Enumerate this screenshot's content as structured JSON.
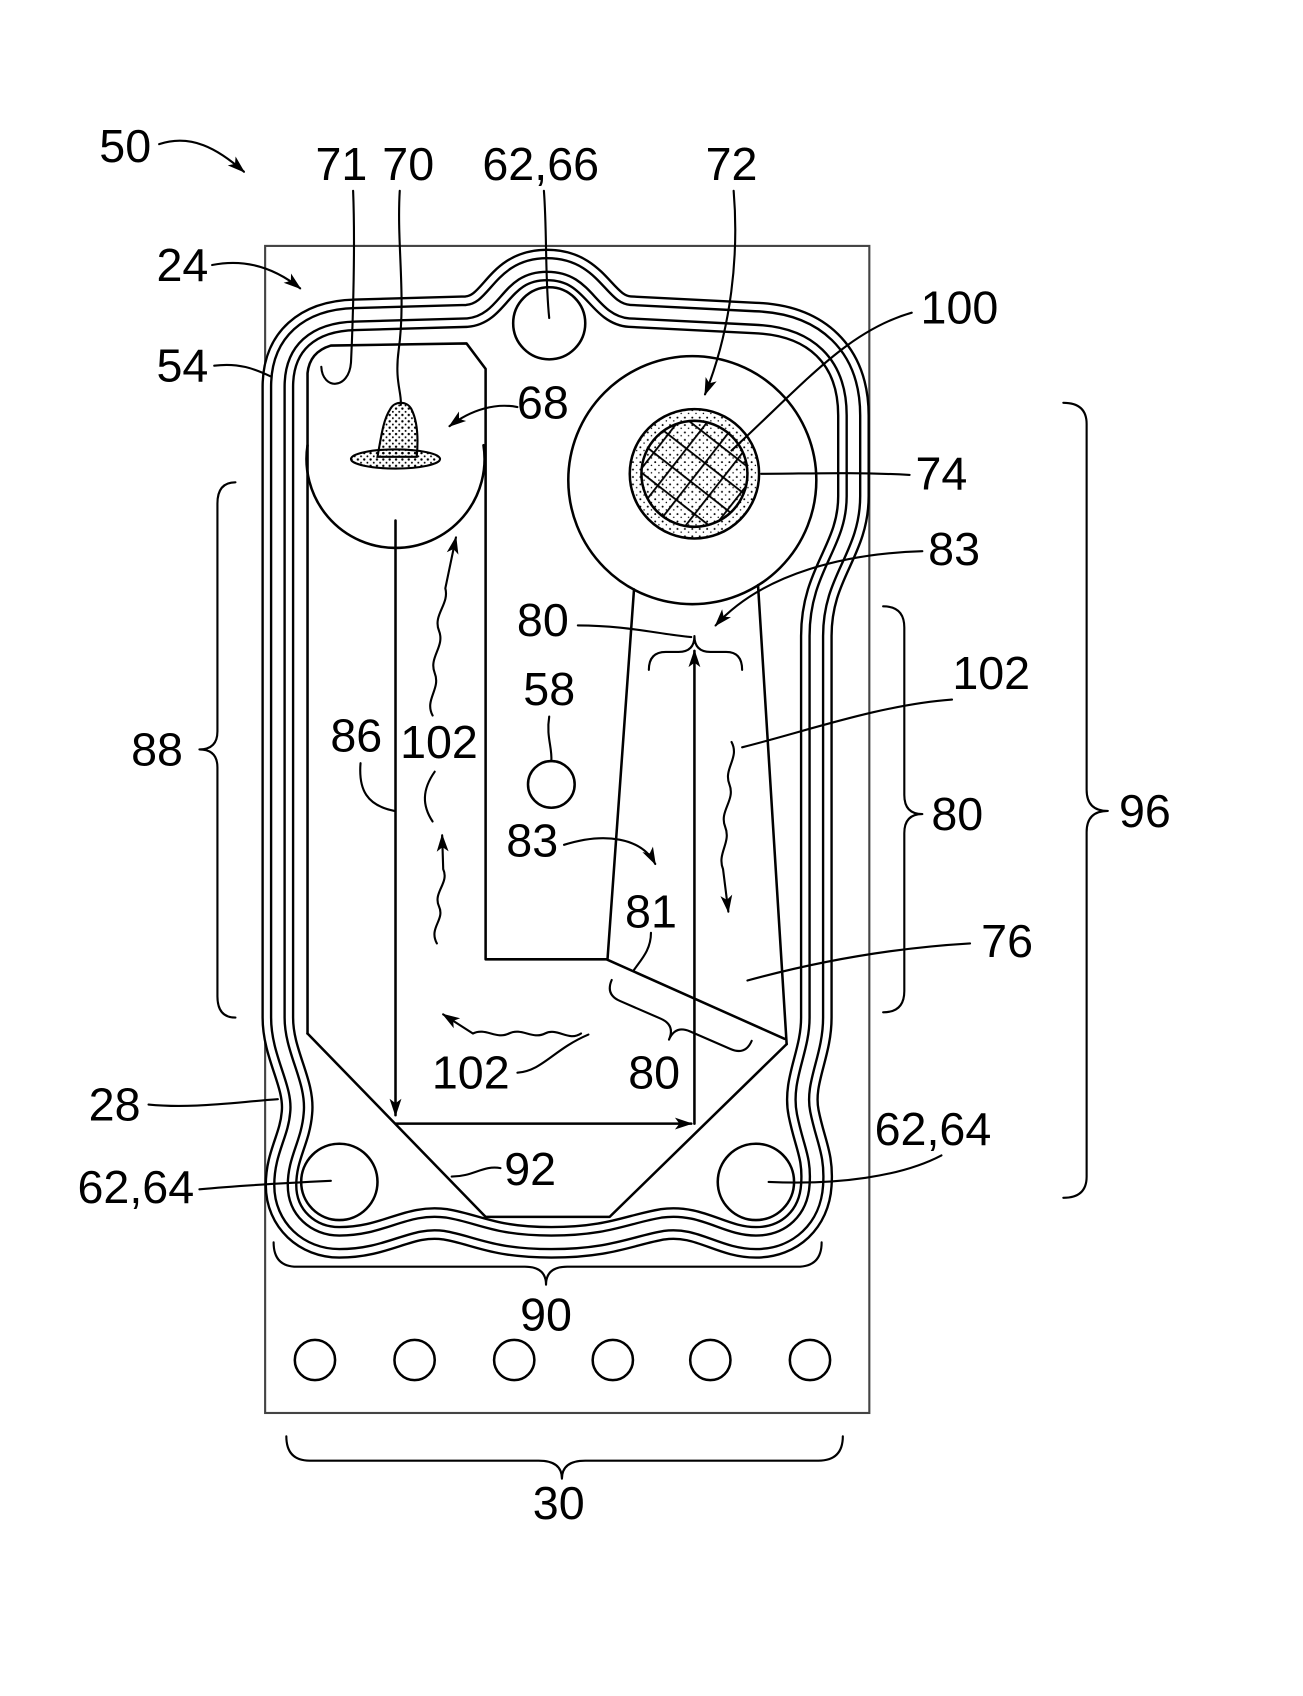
{
  "figure": {
    "background_color": "#ffffff",
    "line_color": "#000000",
    "labels": {
      "n50": "50",
      "n71": "71",
      "n70": "70",
      "n62_66_top": "62,66",
      "n72": "72",
      "n24": "24",
      "n100": "100",
      "n54": "54",
      "n68": "68",
      "n74": "74",
      "n83_top": "83",
      "n80_top": "80",
      "n58": "58",
      "n102_right": "102",
      "n88": "88",
      "n86": "86",
      "n102_left": "102",
      "n80_right": "80",
      "n96": "96",
      "n83_mid": "83",
      "n81": "81",
      "n76": "76",
      "n102_bottom": "102",
      "n80_bottom": "80",
      "n28": "28",
      "n62_64_right": "62,64",
      "n92": "92",
      "n62_64_left": "62,64",
      "n90": "90",
      "n30": "30"
    }
  }
}
